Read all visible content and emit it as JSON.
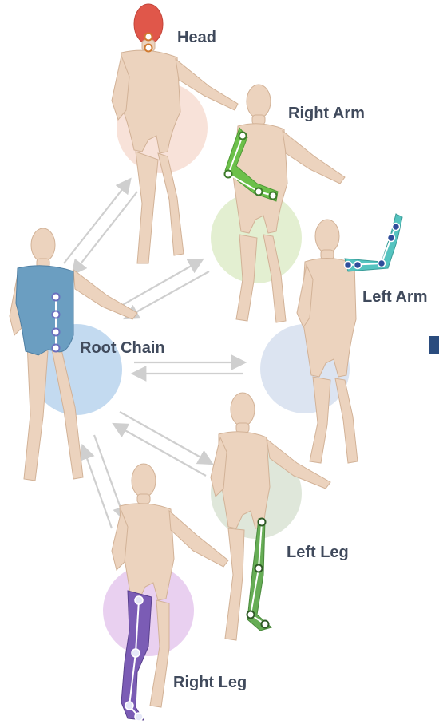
{
  "labels": {
    "head": "Head",
    "right_arm": "Right Arm",
    "left_arm": "Left Arm",
    "root_chain": "Root Chain",
    "left_leg": "Left Leg",
    "right_leg": "Right Leg"
  },
  "colors": {
    "skin": "#ecd3be",
    "skin_shade": "#d9b89e",
    "head_part": "#e0574a",
    "right_arm_part": "#6cc04a",
    "left_arm_part": "#55c4c0",
    "root_part": "#6b9ec1",
    "left_leg_part": "#66ad55",
    "right_leg_part": "#7b5cb5",
    "head_circle": "#f6d8cc",
    "right_arm_circle": "#dcebc6",
    "left_arm_circle": "#d8e1f0",
    "root_circle": "#bcd6ee",
    "left_leg_circle": "#d9e3d4",
    "right_leg_circle": "#e7cbee",
    "arrow": "#cfcfcf",
    "joint": "#2f4d9a",
    "marker": "#2b4c7e"
  }
}
